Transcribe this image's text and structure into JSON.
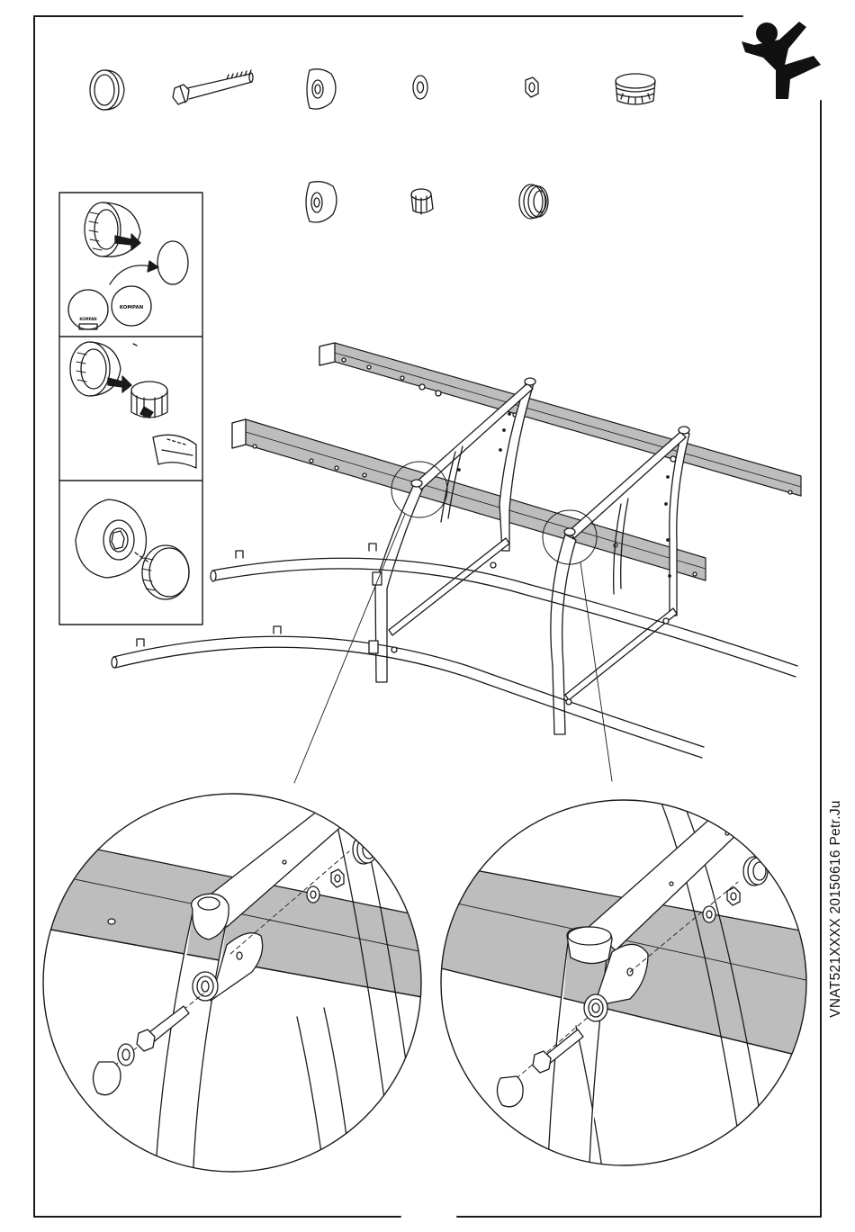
{
  "document": {
    "type": "assembly-instruction-page",
    "doc_code": "VNAT521XXXX  20150616  Petr.Ju",
    "logo_icon": "jumping-figure-icon",
    "inset_brand_text": "KOMPAN"
  },
  "colors": {
    "line": "#1a1a1a",
    "beam_fill": "#bdbdbd",
    "background": "#ffffff"
  },
  "parts_row_1": [
    "end-cap-icon",
    "bolt-icon",
    "dome-nut-cover-icon",
    "washer-icon",
    "hex-nut-icon",
    "ribbed-plug-icon"
  ],
  "parts_row_2": [
    "dome-nut-cover-icon",
    "collar-insert-icon",
    "ribbed-plug-icon"
  ],
  "inset_steps": [
    "insert-cap-step",
    "fit-collar-step",
    "press-cover-step"
  ],
  "details": [
    "left-joint-detail",
    "right-joint-detail"
  ]
}
